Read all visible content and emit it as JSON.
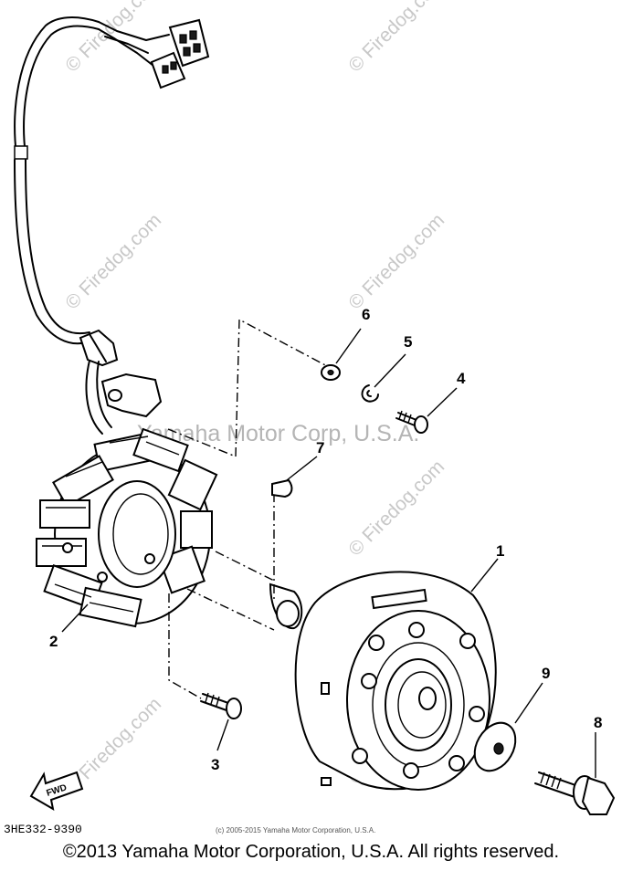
{
  "watermarks": {
    "main": "Yamaha Motor Corp, U.S.A.",
    "site": "© Firedog.com"
  },
  "callouts": [
    "1",
    "2",
    "3",
    "4",
    "5",
    "6",
    "7",
    "8",
    "9"
  ],
  "fwd_label": "FWD",
  "diagram_code": "3HE332-9390",
  "small_copyright": "(c) 2005-2015 Yamaha Motor Corporation, U.S.A.",
  "footer_copyright": "©2013 Yamaha Motor Corporation, U.S.A. All rights reserved."
}
